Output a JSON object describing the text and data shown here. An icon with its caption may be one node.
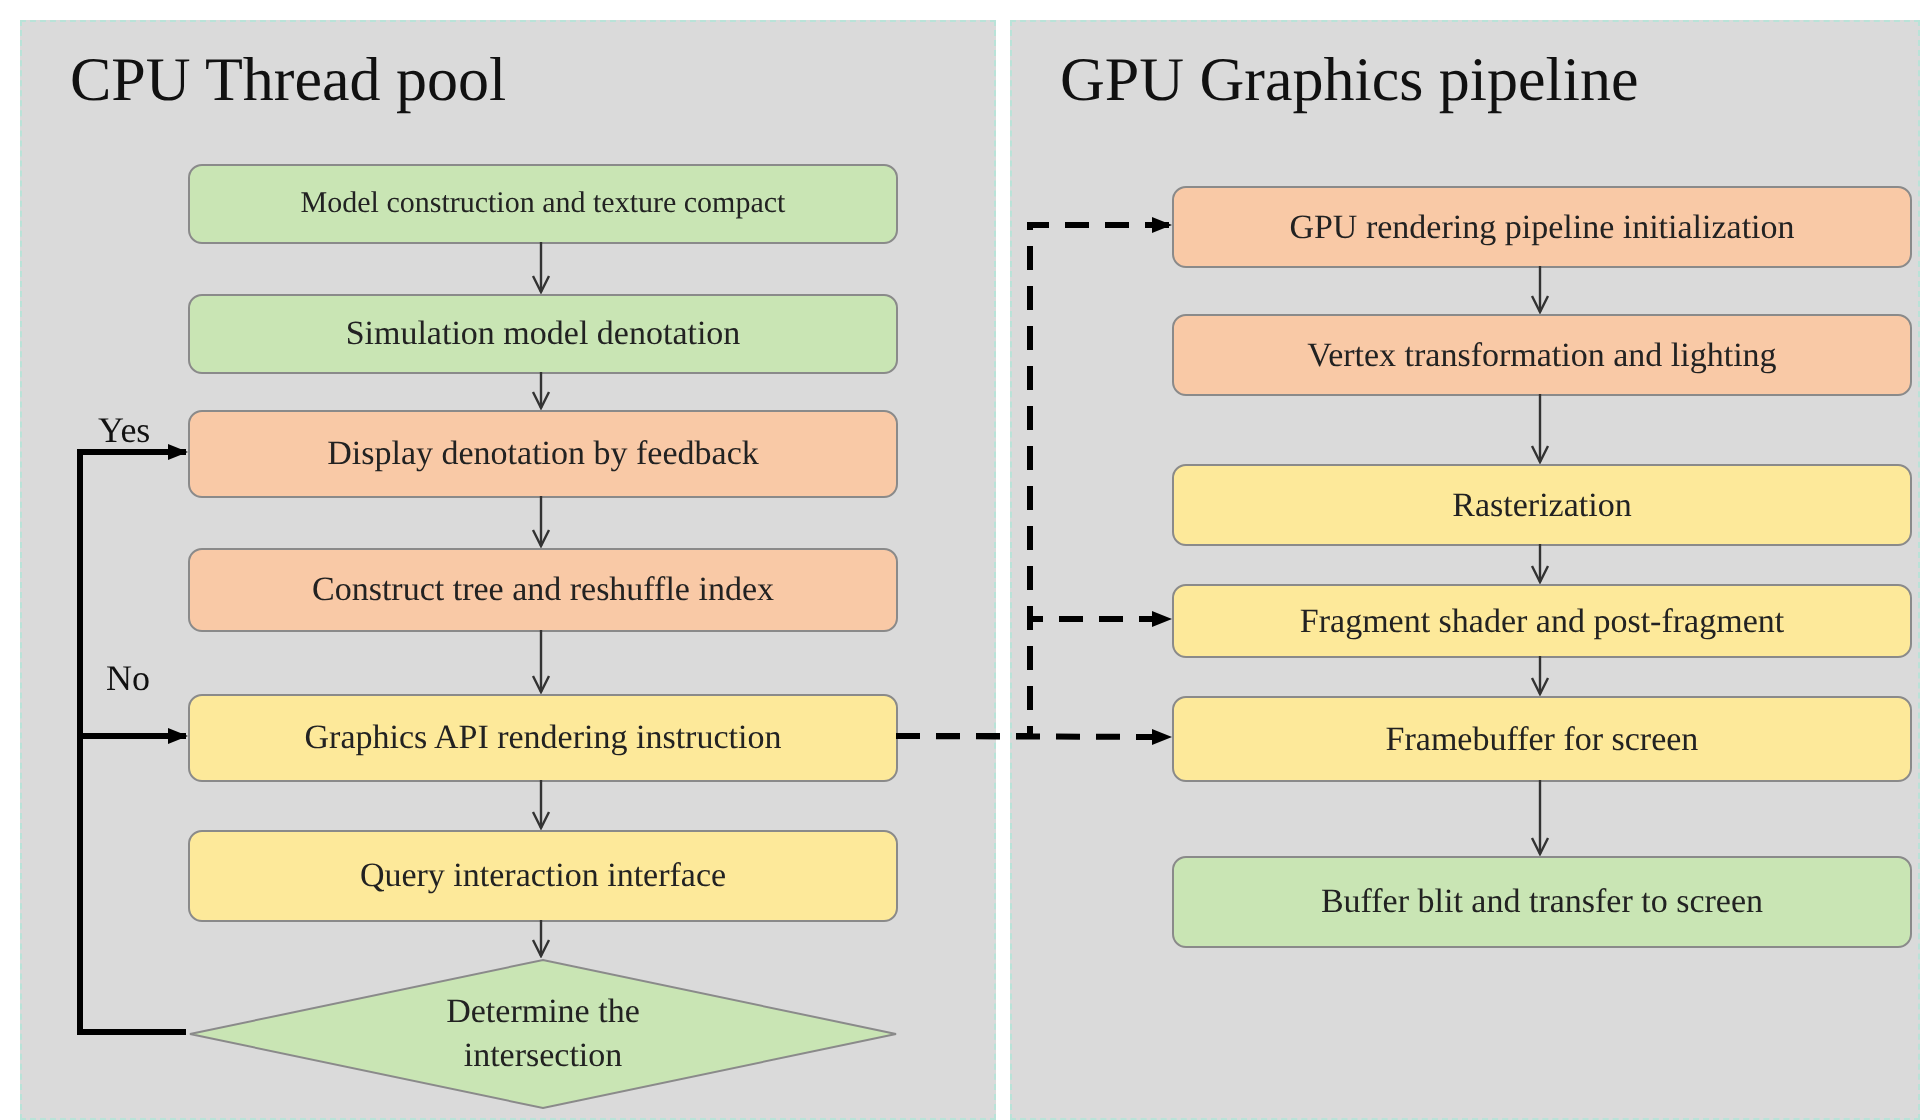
{
  "diagram": {
    "nodes": [
      {
        "text": [
          "CPU Thread pool"
        ]
      },
      {
        "text": [
          "Model construction and texture compact"
        ],
        "in": 0
      },
      {
        "text": [
          "Simulation model denotation"
        ],
        "in": 0
      },
      {
        "text": [
          "Display denotation by feedback"
        ],
        "in": 0
      },
      {
        "text": [
          "Construct tree and reshuffle index"
        ],
        "in": 0
      },
      {
        "text": [
          "Graphics API rendering instruction"
        ],
        "in": 0
      },
      {
        "text": [
          "Query interaction interface"
        ],
        "in": 0
      },
      {
        "text": [
          "Determine the intersection"
        ],
        "in": 0
      },
      {
        "text": [
          "GPU Graphics pipeline"
        ]
      },
      {
        "text": [
          "GPU rendering pipeline initialization"
        ],
        "in": 8
      },
      {
        "text": [
          "Vertex transformation and lighting"
        ],
        "in": 8
      },
      {
        "text": [
          "Rasterization"
        ],
        "in": 8
      },
      {
        "text": [
          "Fragment shader and post-fragment"
        ],
        "in": 8
      },
      {
        "text": [
          "Framebuffer for screen"
        ],
        "in": 8
      },
      {
        "text": [
          "Buffer blit and transfer to screen"
        ],
        "in": 8
      }
    ],
    "edges": [
      {
        "from": 1,
        "to": 2,
        "arrow": "to"
      },
      {
        "from": 2,
        "to": 3,
        "arrow": "to"
      },
      {
        "from": 3,
        "to": 4,
        "arrow": "to"
      },
      {
        "from": 4,
        "to": 5,
        "arrow": "to"
      },
      {
        "from": 5,
        "to": 6,
        "arrow": "to"
      },
      {
        "from": 6,
        "to": 7,
        "arrow": "to"
      },
      {
        "from": 7,
        "to": 3,
        "arrow": "to",
        "label": "Yes",
        "style": "thick"
      },
      {
        "from": 7,
        "to": 5,
        "arrow": "to",
        "label": "No",
        "style": "thick"
      },
      {
        "from": 5,
        "to": 9,
        "arrow": "to",
        "style": "dashed"
      },
      {
        "from": 5,
        "to": 12,
        "arrow": "to",
        "style": "dashed"
      },
      {
        "from": 5,
        "to": 13,
        "arrow": "to",
        "style": "dashed"
      },
      {
        "from": 9,
        "to": 10,
        "arrow": "to"
      },
      {
        "from": 10,
        "to": 11,
        "arrow": "to"
      },
      {
        "from": 11,
        "to": 12,
        "arrow": "to"
      },
      {
        "from": 12,
        "to": 13,
        "arrow": "to"
      },
      {
        "from": 13,
        "to": 14,
        "arrow": "to"
      }
    ]
  }
}
